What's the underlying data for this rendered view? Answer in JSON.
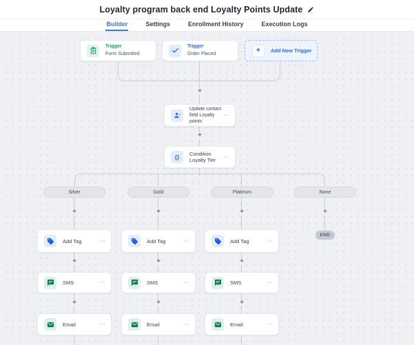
{
  "header": {
    "title": "Loyalty program back end Loyalty Points Update",
    "edit_icon": "pencil-icon"
  },
  "tabs": {
    "items": [
      {
        "label": "Builder",
        "active": true
      },
      {
        "label": "Settings",
        "active": false
      },
      {
        "label": "Enrollment History",
        "active": false
      },
      {
        "label": "Execution Logs",
        "active": false
      }
    ]
  },
  "canvas": {
    "triggers": [
      {
        "category": "Trigger",
        "label": "Form Submitted",
        "icon": "form-clipboard-icon",
        "accent": "#12a269"
      },
      {
        "category": "Trigger",
        "label": "Order Placed",
        "icon": "check-icon",
        "accent": "#2e6be6"
      }
    ],
    "add_trigger": {
      "label": "Add New Trigger",
      "plus": "+",
      "icon": "plus-icon"
    },
    "update_step": {
      "label": "Update contact field Loyalty points",
      "icon": "user-edit-icon"
    },
    "condition_step": {
      "label": "Condition Loyalty Tier",
      "icon": "braces-icon",
      "icon_glyph": "{}"
    },
    "columns": [
      {
        "branch": "Silver",
        "steps": [
          "Add Tag",
          "SMS",
          "Email"
        ]
      },
      {
        "branch": "Gold",
        "steps": [
          "Add Tag",
          "SMS",
          "Email"
        ]
      },
      {
        "branch": "Platinum",
        "steps": [
          "Add Tag",
          "SMS",
          "Email"
        ]
      },
      {
        "branch": "None",
        "steps": [],
        "end": "END"
      }
    ],
    "step_icons": [
      "tag-icon",
      "sms-chat-icon",
      "email-envelope-icon"
    ],
    "menu_dots": "⋯",
    "plus": "+"
  },
  "colors": {
    "accent_blue": "#2e6be6",
    "green": "#12a269",
    "dark_green": "#0e7e57",
    "tag_blue": "#1f5fe0",
    "canvas_bg": "#eef0f3",
    "line": "#c9ccd3"
  }
}
